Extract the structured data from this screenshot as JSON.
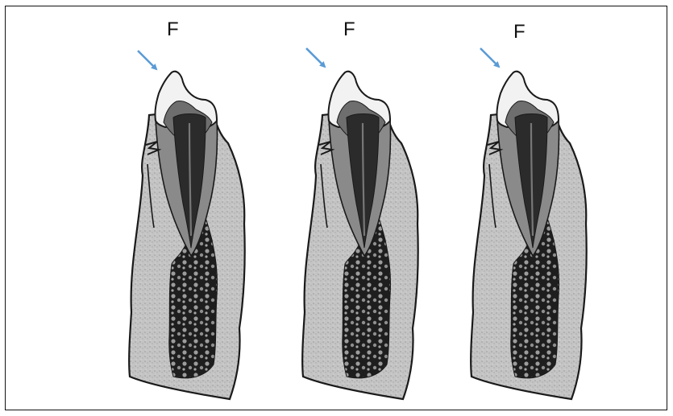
{
  "labels": [
    "F",
    "F",
    "F"
  ],
  "colors": {
    "arrow": "#5b9bd5",
    "outline": "#1a1a1a",
    "bone": "#bdbdbd",
    "enamel": "#f2f2f2",
    "dentin": "#8a8a8a",
    "pulp": "#2b2b2b",
    "marrow": "#1f1f1f"
  },
  "icons": [
    "arrow-icon",
    "tooth-section-icon"
  ]
}
